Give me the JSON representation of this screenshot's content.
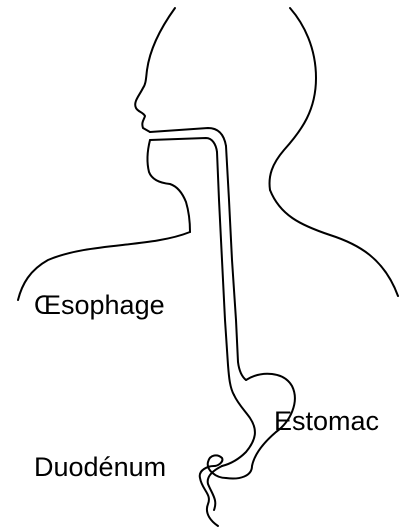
{
  "labels": {
    "oesophage": "Œsophage",
    "estomac": "Estomac",
    "duodenum": "Duodénum"
  },
  "colors": {
    "line": "#000000",
    "background": "#ffffff"
  }
}
